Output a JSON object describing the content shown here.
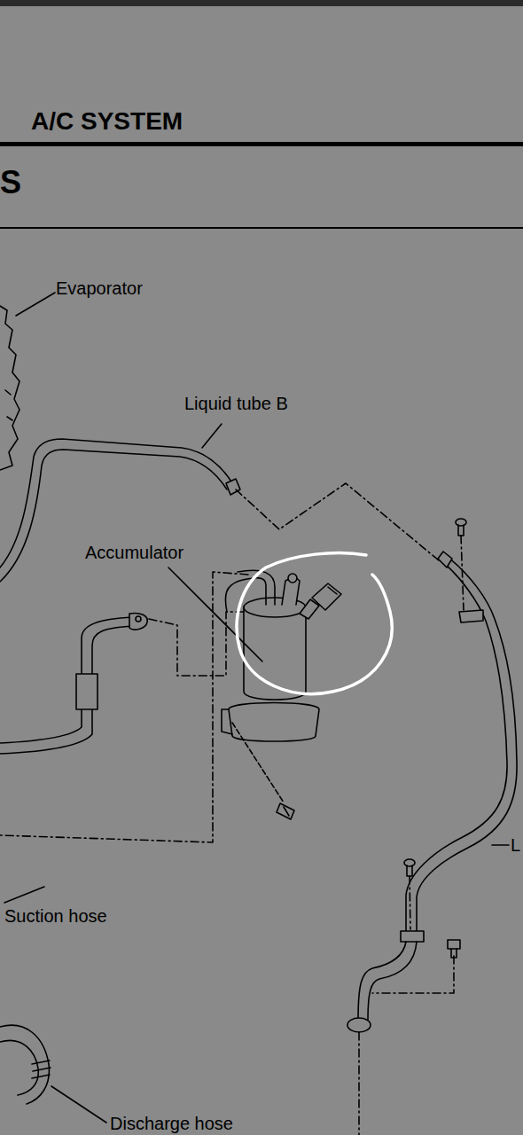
{
  "diagram": {
    "title": "A/C SYSTEM",
    "labels": [
      "S",
      "Evaporator",
      "Liquid tube B",
      "Accumulator",
      "L",
      "Suction hose",
      "Discharge hose"
    ]
  }
}
